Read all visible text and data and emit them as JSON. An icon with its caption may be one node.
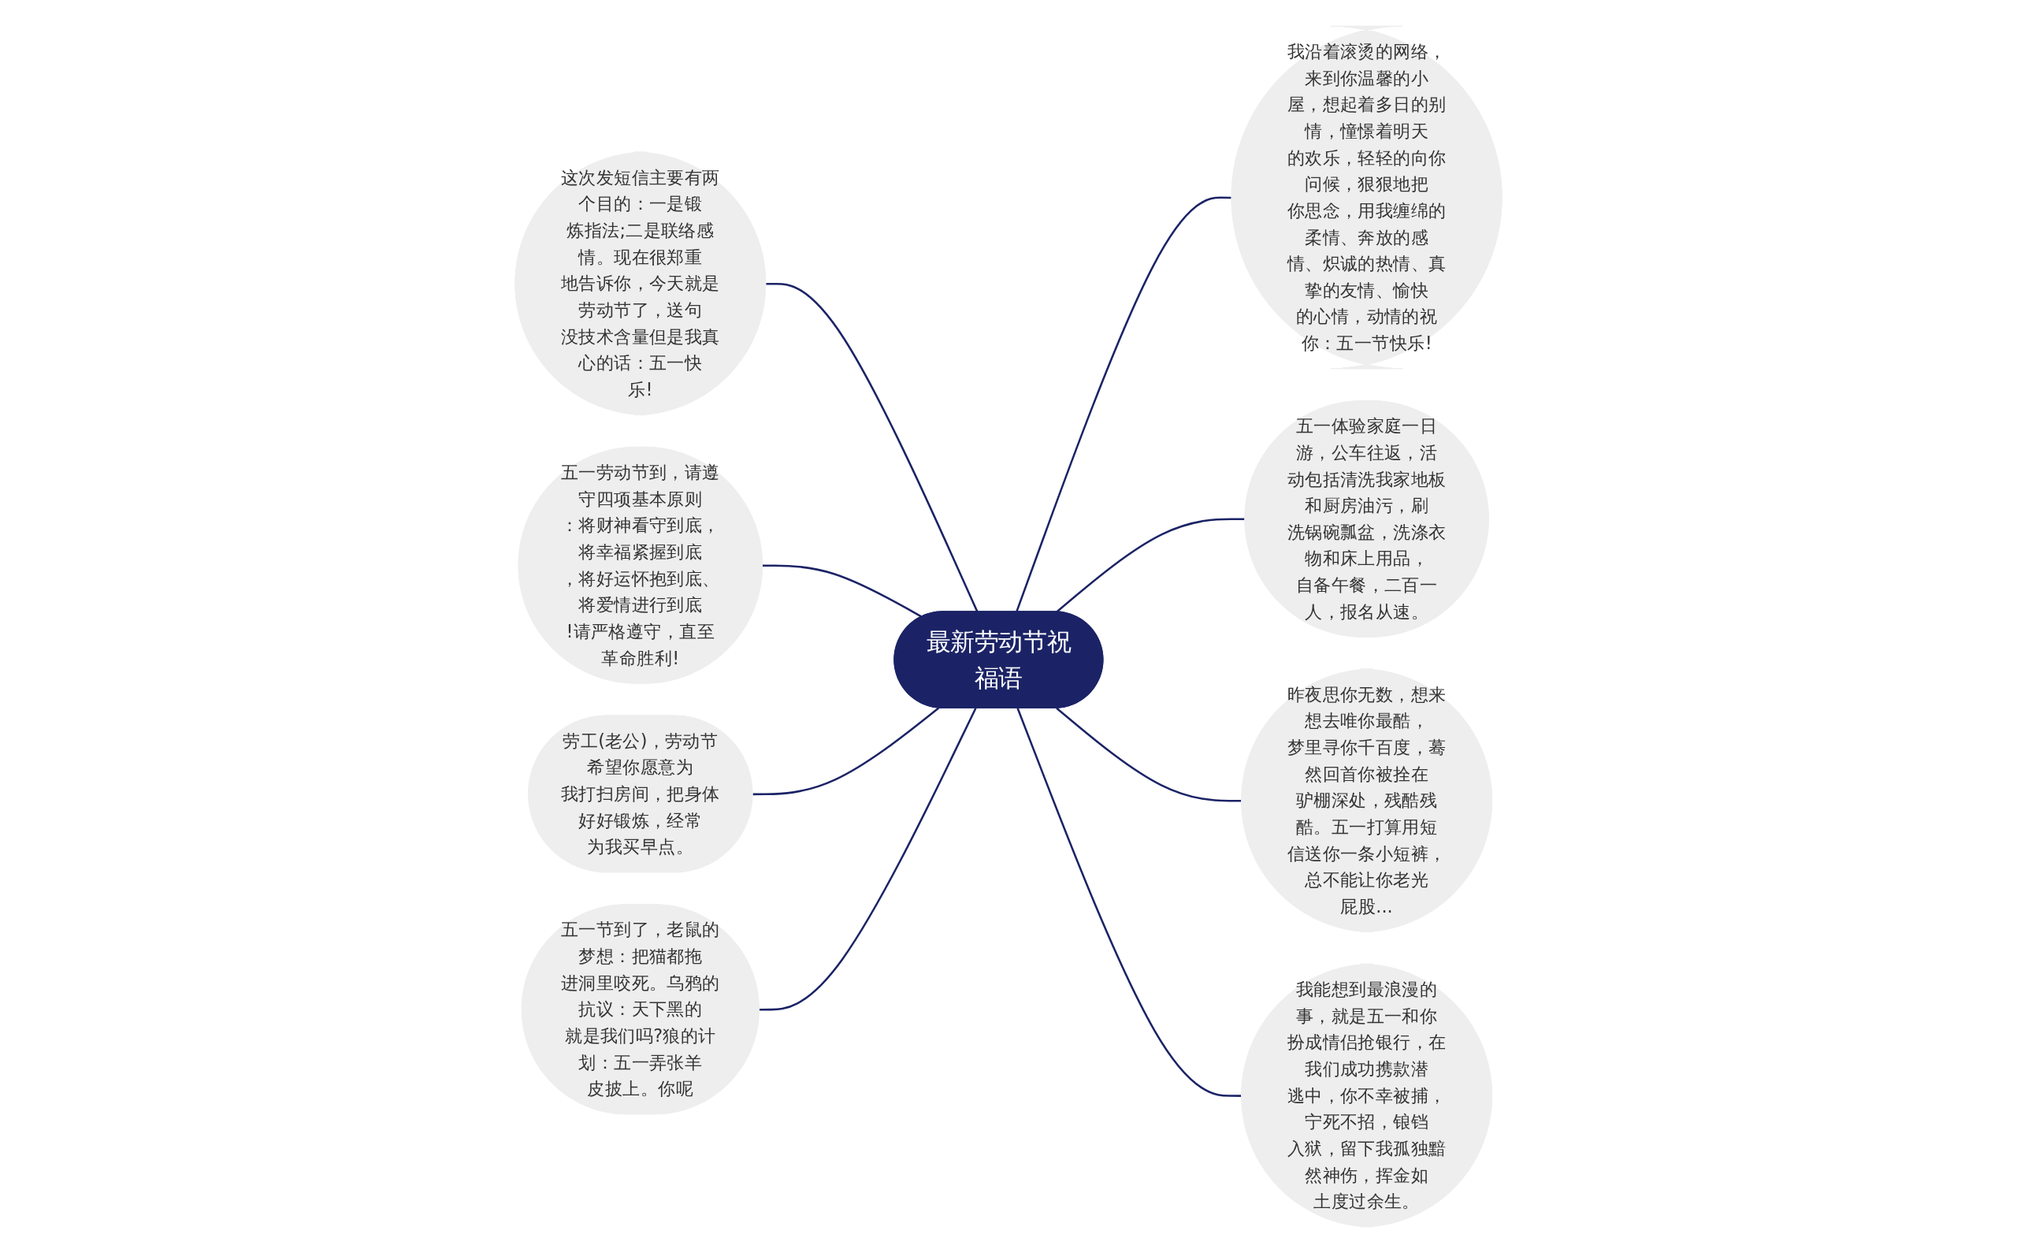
{
  "diagram": {
    "nodes": [
      {
        "text": [
          "最新劳动节祝福语"
        ]
      },
      {
        "text": [
          "这次发短信主要有两个目的：一是锻炼指法;二是联络感情。现在很郑重地告诉你，今天就是劳动节了，送句没技术含量但是我真心的话：五一快乐!"
        ]
      },
      {
        "text": [
          "五一劳动节到，请遵守四项基本原则：将财神看守到底，将幸福紧握到底，将好运怀抱到底、将爱情进行到底!请严格遵守，直至革命胜利!"
        ]
      },
      {
        "text": [
          "劳工(老公)，劳动节希望你愿意为我打扫房间，把身体好好锻炼，经常为我买早点。"
        ]
      },
      {
        "text": [
          "五一节到了，老鼠的梦想：把猫都拖进洞里咬死。乌鸦的抗议：天下黑的就是我们吗?狼的计划：五一弄张羊皮披上。你呢"
        ]
      },
      {
        "text": [
          "我沿着滚烫的网络，来到你温馨的小屋，想起着多日的别情，憧憬着明天的欢乐，轻轻的向你问候，狠狠地把你思念，用我缠绵的柔情、奔放的感情、炽诚的热情、真挚的友情、愉快的心情，动情的祝你：五一节快乐!"
        ]
      },
      {
        "text": [
          "五一体验家庭一日游，公车往返，活动包括清洗我家地板和厨房油污，刷洗锅碗瓢盆，洗涤衣物和床上用品，自备午餐，二百一人，报名从速。"
        ]
      },
      {
        "text": [
          "昨夜思你无数，想来想去唯你最酷，梦里寻你千百度，蓦然回首你被拴在驴棚深处，残酷残酷。五一打算用短信送你一条小短裤，总不能让你老光屁股..."
        ]
      },
      {
        "text": [
          "我能想到最浪漫的事，就是五一和你扮成情侣抢银行，在我们成功携款潜逃中，你不幸被捕，宁死不招，锒铛入狱，留下我孤独黯然神伤，挥金如土度过余生。"
        ]
      }
    ],
    "edges": [
      {
        "from": 1,
        "to": 0,
        "arrow": "none"
      },
      {
        "from": 2,
        "to": 0,
        "arrow": "none"
      },
      {
        "from": 3,
        "to": 0,
        "arrow": "none"
      },
      {
        "from": 4,
        "to": 0,
        "arrow": "none"
      },
      {
        "from": 0,
        "to": 5,
        "arrow": "none"
      },
      {
        "from": 0,
        "to": 6,
        "arrow": "none"
      },
      {
        "from": 0,
        "to": 7,
        "arrow": "none"
      },
      {
        "from": 0,
        "to": 8,
        "arrow": "none"
      }
    ]
  }
}
